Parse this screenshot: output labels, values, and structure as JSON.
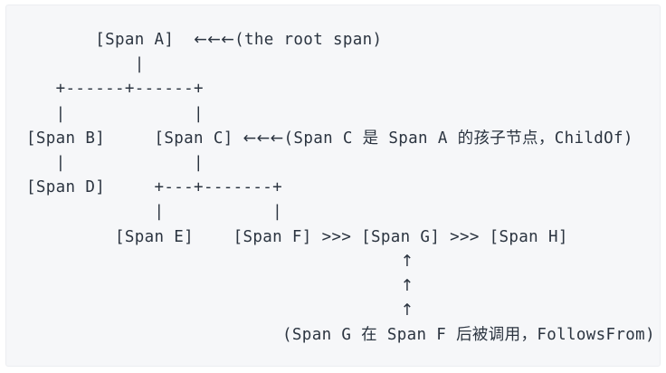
{
  "figure": {
    "kind": "ascii-art-diagram",
    "subject": "distributed tracing span tree",
    "background_color": "#f6f7f9",
    "border_color": "#eceef1",
    "text_color": "#2b3440",
    "page_background": "#ffffff"
  },
  "spans": {
    "root": "[Span A]",
    "b": "[Span B]",
    "c": "[Span C]",
    "d": "[Span D]",
    "e": "[Span E]",
    "f": "[Span F]",
    "g": "[Span G]",
    "h": "[Span H]"
  },
  "glyphs": {
    "left_arrows": "←←←",
    "up_arrow": "↑",
    "follows_arrows": ">>>",
    "vertical_bar": "|",
    "junction": "+",
    "dash": "-"
  },
  "annotations": {
    "root_note": "(the root span)",
    "childof_note": "(Span C 是 Span A 的孩子节点，ChildOf)",
    "followsfrom_note": "(Span G 在 Span F 后被调用，FollowsFrom)"
  },
  "relations": {
    "childof_label": "ChildOf",
    "followsfrom_label": "FollowsFrom"
  },
  "lines": [
    "       [Span A]  ←←←(the root span)",
    "           |",
    "   +------+------+",
    "   |             |",
    "[Span B]     [Span C] ←←←(Span C 是 Span A 的孩子节点，ChildOf)",
    "   |             |",
    "[Span D]     +---+-------+",
    "             |           |",
    "         [Span E]    [Span F] >>> [Span G] >>> [Span H]",
    "                                      ↑",
    "                                      ↑",
    "                                      ↑",
    "                          (Span G 在 Span F 后被调用，FollowsFrom)"
  ],
  "line_meta": [
    {
      "name": "line-span-a-root",
      "segments": [
        {
          "t": "       [Span A]  ",
          "c": "mono"
        },
        {
          "t": "←←←",
          "c": "arrow"
        },
        {
          "t": "(the root span)",
          "c": "mono"
        }
      ]
    },
    {
      "name": "line-root-stem",
      "segments": [
        {
          "t": "           |",
          "c": "mono"
        }
      ]
    },
    {
      "name": "line-branch-top",
      "segments": [
        {
          "t": "   +------+------+",
          "c": "mono"
        }
      ]
    },
    {
      "name": "line-branch-legs-1",
      "segments": [
        {
          "t": "   |             |",
          "c": "mono"
        }
      ]
    },
    {
      "name": "line-span-b-span-c",
      "segments": [
        {
          "t": "[Span B]     [Span C] ",
          "c": "mono"
        },
        {
          "t": "←←←",
          "c": "arrow"
        },
        {
          "t": "(Span C ",
          "c": "mono"
        },
        {
          "t": "是",
          "c": "cjk"
        },
        {
          "t": " Span A ",
          "c": "mono"
        },
        {
          "t": "的孩子节点，",
          "c": "cjk"
        },
        {
          "t": "ChildOf)",
          "c": "mono"
        }
      ]
    },
    {
      "name": "line-branch-legs-2",
      "segments": [
        {
          "t": "   |             |",
          "c": "mono"
        }
      ]
    },
    {
      "name": "line-span-d-branch",
      "segments": [
        {
          "t": "[Span D]     +---+-------+",
          "c": "mono"
        }
      ]
    },
    {
      "name": "line-branch-legs-3",
      "segments": [
        {
          "t": "             |           |",
          "c": "mono"
        }
      ]
    },
    {
      "name": "line-span-e-f-g-h",
      "segments": [
        {
          "t": "         [Span E]    [Span F] >>> [Span G] >>> [Span H]",
          "c": "mono"
        }
      ]
    },
    {
      "name": "line-up-arrow-1",
      "segments": [
        {
          "t": "                                      ",
          "c": "mono"
        },
        {
          "t": "↑",
          "c": "arrow"
        }
      ]
    },
    {
      "name": "line-up-arrow-2",
      "segments": [
        {
          "t": "                                      ",
          "c": "mono"
        },
        {
          "t": "↑",
          "c": "arrow"
        }
      ]
    },
    {
      "name": "line-up-arrow-3",
      "segments": [
        {
          "t": "                                      ",
          "c": "mono"
        },
        {
          "t": "↑",
          "c": "arrow"
        }
      ]
    },
    {
      "name": "line-followsfrom-note",
      "segments": [
        {
          "t": "                          (Span G ",
          "c": "mono"
        },
        {
          "t": "在",
          "c": "cjk"
        },
        {
          "t": " Span F ",
          "c": "mono"
        },
        {
          "t": "后被调用，",
          "c": "cjk"
        },
        {
          "t": "FollowsFrom)",
          "c": "mono"
        }
      ]
    }
  ]
}
